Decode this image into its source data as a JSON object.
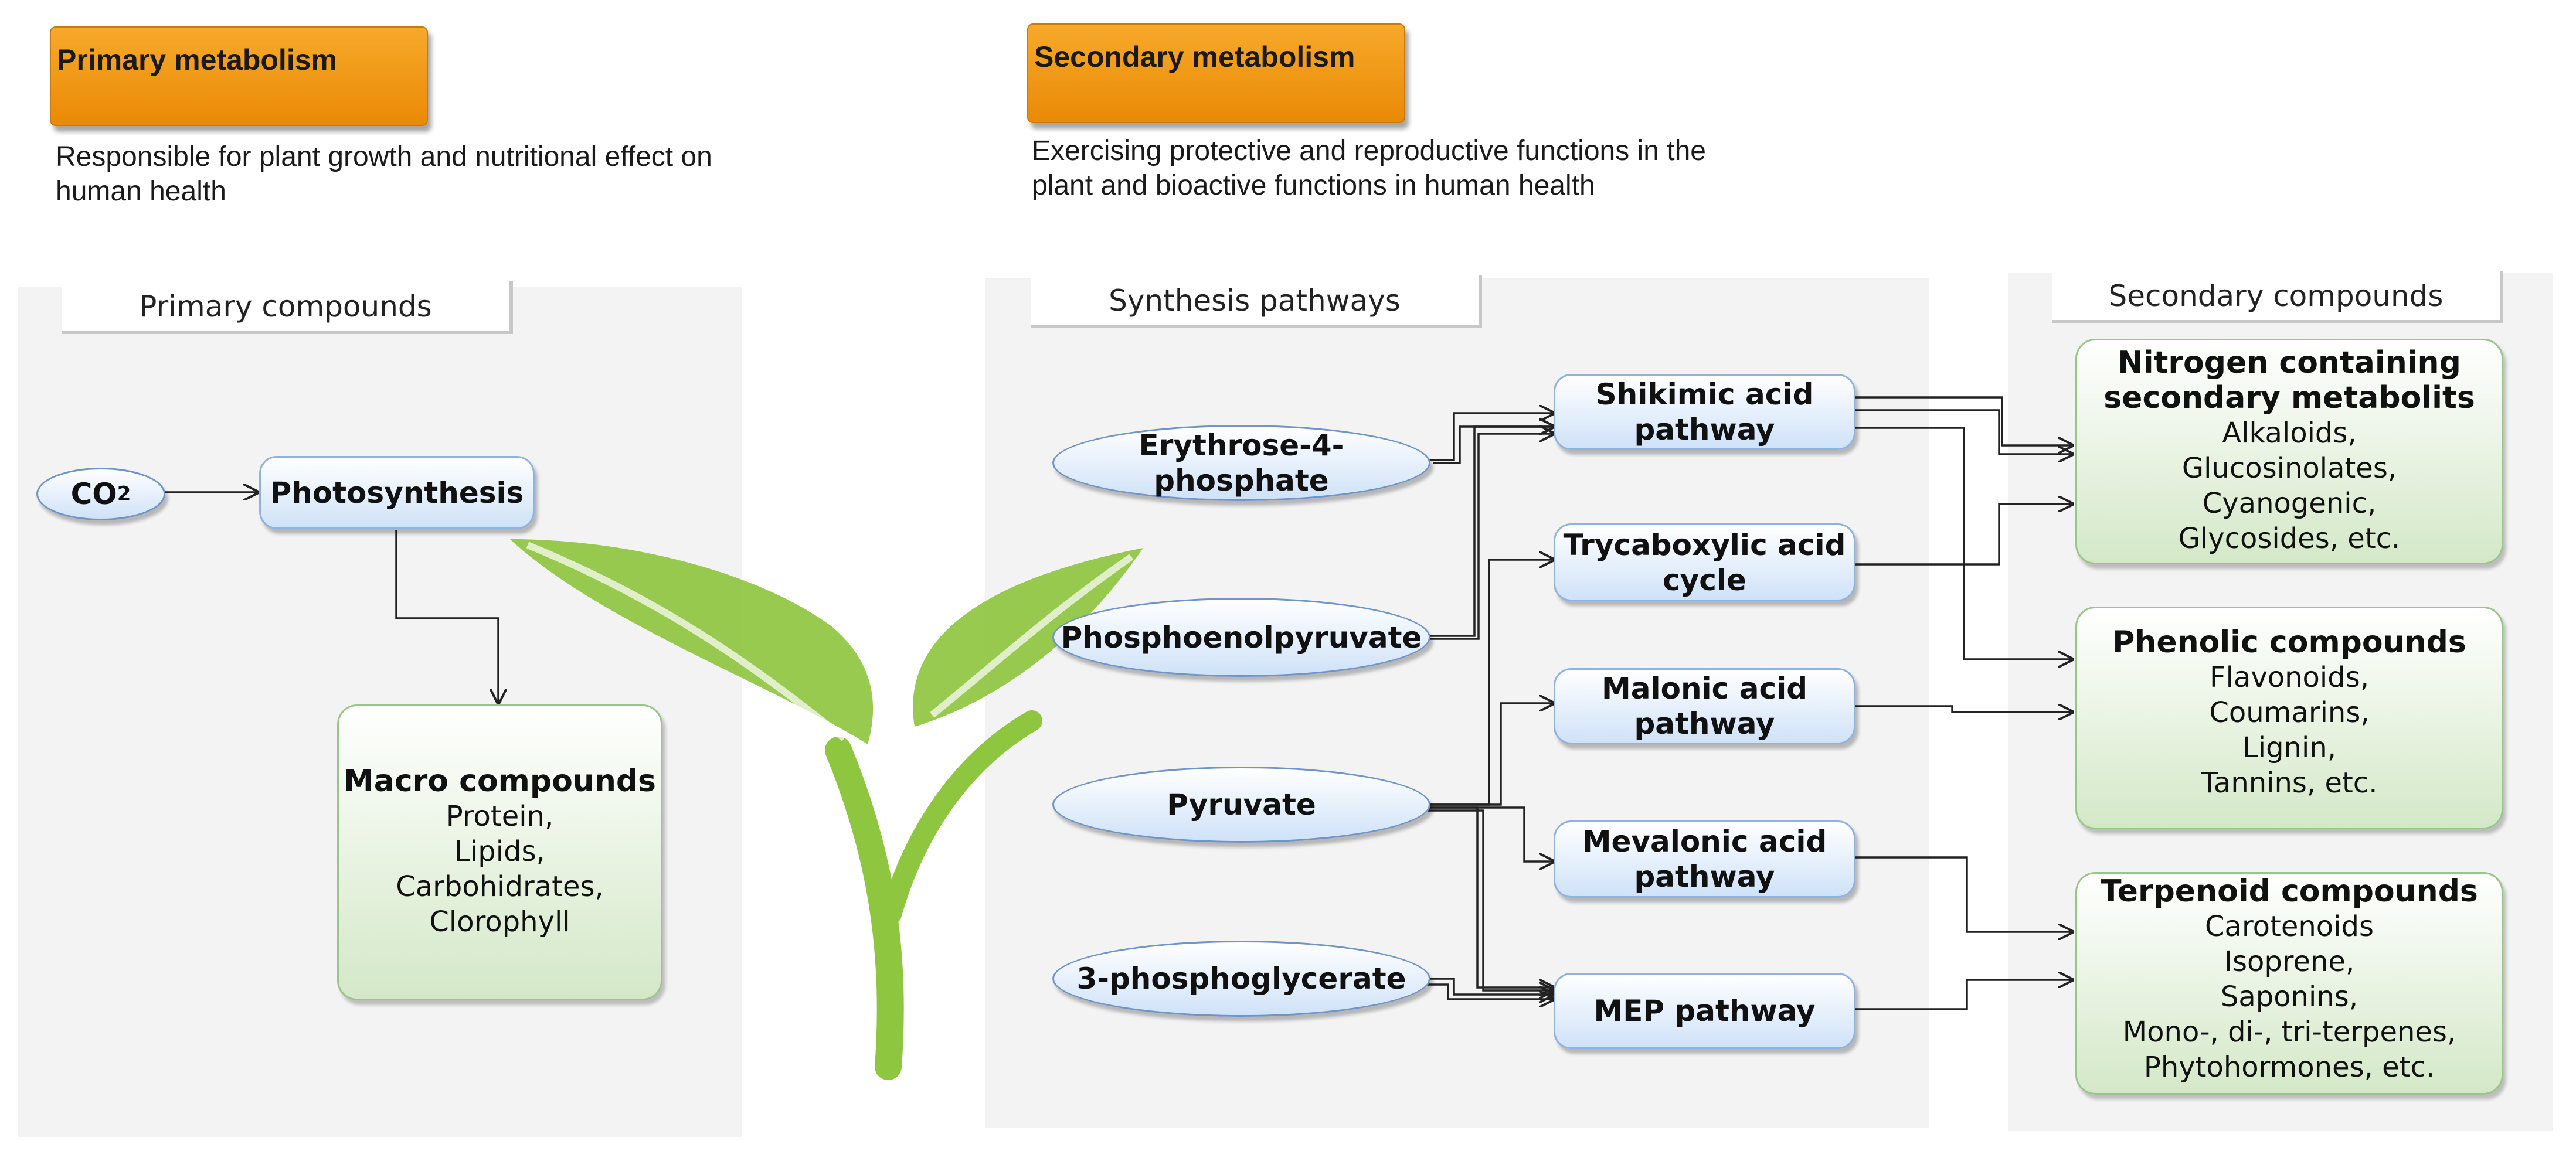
{
  "primary": {
    "title": "Primary metabolism",
    "description": "Responsible for plant growth and nutritional effect on human health",
    "compounds_header": "Primary compounds",
    "co2": {
      "main": "CO",
      "sub": "2"
    },
    "photosynthesis": "Photosynthesis",
    "macro": {
      "title": "Macro compounds",
      "items": [
        "Protein,",
        "Lipids,",
        "Carbohidrates,",
        "Clorophyll"
      ]
    }
  },
  "secondary": {
    "title": "Secondary metabolism",
    "description": "Exercising protective and reproductive functions in the plant and bioactive functions in human health",
    "pathways_header": "Synthesis pathways",
    "compounds_header": "Secondary compounds",
    "precursors": [
      "Erythrose-4-phosphate",
      "Phosphoenolpyruvate",
      "Pyruvate",
      "3-phosphoglycerate"
    ],
    "pathways": [
      "Shikimic acid pathway",
      "Trycaboxylic acid cycle",
      "Malonic acid pathway",
      "Mevalonic acid pathway",
      "MEP pathway"
    ],
    "groups": [
      {
        "title": "Nitrogen containing secondary metabolits",
        "items": [
          "Alkaloids,",
          "Glucosinolates,",
          "Cyanogenic,",
          "Glycosides, etc."
        ]
      },
      {
        "title": "Phenolic compounds",
        "items": [
          "Flavonoids,",
          "Coumarins,",
          "Lignin,",
          "Tannins, etc."
        ]
      },
      {
        "title": "Terpenoid compounds",
        "items": [
          "Carotenoids",
          "Isoprene,",
          "Saponins,",
          "Mono-, di-, tri-terpenes,",
          "Phytohormones, etc."
        ]
      }
    ]
  },
  "colors": {
    "accent_orange": "#f0a020",
    "node_blue": "#cfe2f8",
    "box_green": "#d4e8c8",
    "plant_green": "#8ec63f"
  }
}
